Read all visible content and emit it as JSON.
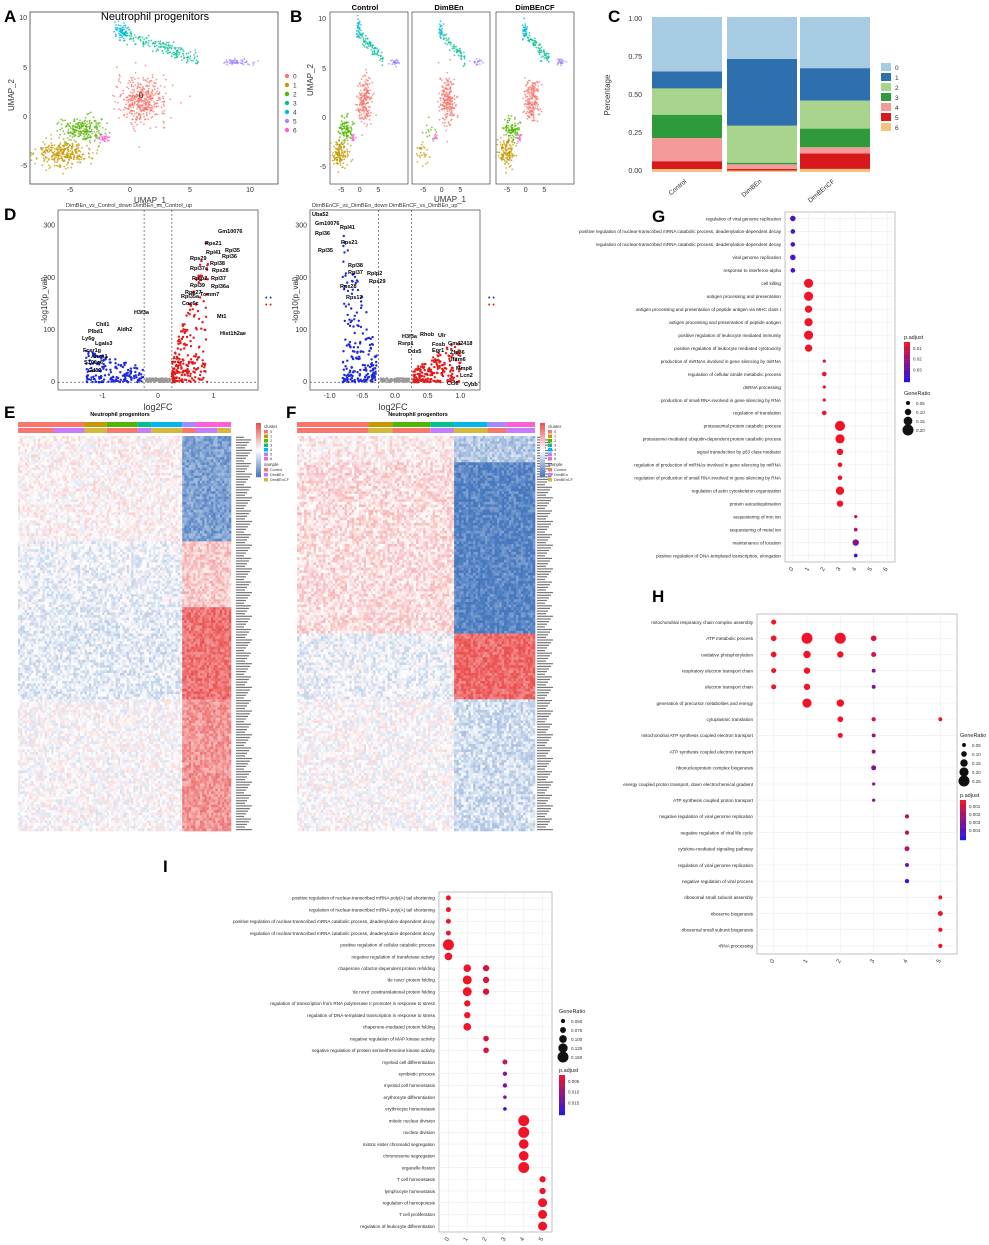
{
  "panel_labels": [
    "A",
    "B",
    "C",
    "D",
    "E",
    "F",
    "G",
    "H",
    "I"
  ],
  "colors": {
    "clusters": [
      "#f8766d",
      "#c49a00",
      "#53b400",
      "#00c094",
      "#00b6eb",
      "#a58aff",
      "#fb61d7"
    ],
    "stack": [
      "#f4c27f",
      "#d7191c",
      "#f59a9a",
      "#2e9a3c",
      "#a9d48e",
      "#2e6fae",
      "#a6cbe3"
    ],
    "volcano_up": "#e31a1c",
    "volcano_down": "#1f2ad8"
  },
  "panelA": {
    "title": "Neutrophil progenitors",
    "xlabel": "UMAP_1",
    "ylabel": "UMAP_2",
    "xticks": [
      "-5",
      "0",
      "5",
      "10"
    ],
    "yticks": [
      "10",
      "5",
      "0",
      "-5"
    ],
    "legend": [
      "0",
      "1",
      "2",
      "3",
      "4",
      "5",
      "6"
    ]
  },
  "panelB": {
    "facets": [
      "Control",
      "DimBEn",
      "DimBEnCF"
    ],
    "xlabel": "UMAP_1",
    "ylabel": "UMAP_2",
    "xticks": [
      "-5",
      "0",
      "5"
    ],
    "yticks": [
      "10",
      "5",
      "0",
      "-5"
    ]
  },
  "panelD": {
    "titles": [
      "DimBEn_vs_Control_down DimBEn_vs_Control_up",
      "DimBEnCF_vs_DimBEn_down DimBEnCF_vs_DimBEn_up"
    ],
    "xlabel": "log2FC",
    "ylabel": "-log10(p_val)",
    "xticks1": [
      "-1",
      "0",
      "1"
    ],
    "xticks2": [
      "-1.0",
      "-0.5",
      "0.0",
      "0.5",
      "1.0"
    ],
    "yticks": [
      "300",
      "200",
      "100",
      "0"
    ],
    "left_genes_up": [
      "Gm10076",
      "Rps21",
      "Rpl35",
      "Rpl41",
      "Rpl36",
      "Rps29",
      "Rpl38",
      "Rpl37a",
      "Rps28",
      "Rplp2",
      "Rpl37",
      "Rpl39",
      "Rpl36a",
      "Rps27",
      "Tomm7",
      "Rpl35a",
      "Cox6c",
      "Mt1",
      "Hist1h2ae"
    ],
    "left_genes_down": [
      "H3f3a",
      "Chil1",
      "Aldh2",
      "Plbd1",
      "Ly6g",
      "Lgals3",
      "Fcer1g",
      "Anxa1",
      "S100a6",
      "Cd52"
    ],
    "right_genes_down": [
      "Uba52",
      "Gm10076",
      "Rpl41",
      "Rpl36",
      "Rps21",
      "Rpl35",
      "Rpl38",
      "Rplp2",
      "Rpl37",
      "Rps29",
      "Rps28",
      "Rps17"
    ],
    "right_genes_up": [
      "H3f3a",
      "Rhob",
      "Ulr",
      "Rsrp1",
      "Fosb",
      "Gm42418",
      "Ddx5",
      "Egr1",
      "Zfp36",
      "Ifitm6",
      "Mmp8",
      "Lcn2",
      "Ccl6",
      "Cybb"
    ]
  },
  "panelE": {
    "title": "Neutrophil progenitors",
    "legend_cluster": [
      "0",
      "1",
      "2",
      "3",
      "4",
      "5",
      "6"
    ],
    "legend_sample": [
      "Control",
      "DimBEn",
      "DimBEnCF"
    ],
    "cluster_label": "cluster",
    "sample_label": "sample"
  },
  "panelF": {
    "title": "Neutrophil progenitors",
    "legend_cluster": [
      "0",
      "1",
      "2",
      "3",
      "4",
      "5",
      "6"
    ],
    "legend_sample": [
      "Control",
      "DimBEn",
      "DimBEnCF"
    ],
    "cluster_label": "cluster",
    "sample_label": "sample"
  },
  "legend_titles": {
    "padj": "p.adjust",
    "generatio": "GeneRatio"
  },
  "chart_data": [
    {
      "type": "bar",
      "panel": "C",
      "title": "",
      "ylabel": "Percentage",
      "categories": [
        "Control",
        "DimBEn",
        "DimBEnCF"
      ],
      "ylim": [
        0,
        1
      ],
      "yticks": [
        "1.00",
        "0.75",
        "0.50",
        "0.25",
        "0.00"
      ],
      "legend": [
        "0",
        "1",
        "2",
        "3",
        "4",
        "5",
        "6"
      ],
      "series": [
        {
          "name": "6",
          "values": [
            0.02,
            0.01,
            0.02
          ]
        },
        {
          "name": "5",
          "values": [
            0.05,
            0.01,
            0.1
          ]
        },
        {
          "name": "4",
          "values": [
            0.15,
            0.03,
            0.04
          ]
        },
        {
          "name": "3",
          "values": [
            0.15,
            0.01,
            0.12
          ]
        },
        {
          "name": "2",
          "values": [
            0.17,
            0.24,
            0.18
          ]
        },
        {
          "name": "1",
          "values": [
            0.11,
            0.43,
            0.21
          ]
        },
        {
          "name": "0",
          "values": [
            0.35,
            0.27,
            0.33
          ]
        }
      ]
    },
    {
      "type": "scatter",
      "panel": "G",
      "x_categories": [
        "0",
        "1",
        "2",
        "3",
        "4",
        "5",
        "6"
      ],
      "padj_ticks": [
        "0.01",
        "0.02",
        "0.03"
      ],
      "generatio_ticks": [
        "0.05",
        "0.10",
        "0.15",
        "0.20"
      ],
      "terms": [
        {
          "term": "regulation of viral genome replication",
          "x": 0,
          "size": 0.08,
          "padj": 0.03
        },
        {
          "term": "positive regulation of nuclear-transcribed mRNA catabolic process, deadenylation-dependent decay",
          "x": 0,
          "size": 0.06,
          "padj": 0.03
        },
        {
          "term": "regulation of nuclear-transcribed mRNA catabolic process, deadenylation-dependent decay",
          "x": 0,
          "size": 0.06,
          "padj": 0.03
        },
        {
          "term": "viral genome replication",
          "x": 0,
          "size": 0.08,
          "padj": 0.03
        },
        {
          "term": "response to interferon-alpha",
          "x": 0,
          "size": 0.06,
          "padj": 0.03
        },
        {
          "term": "cell killing",
          "x": 1,
          "size": 0.16,
          "padj": 0.002
        },
        {
          "term": "antigen processing and presentation",
          "x": 1,
          "size": 0.16,
          "padj": 0.002
        },
        {
          "term": "antigen processing and presentation of peptide antigen via MHC class I",
          "x": 1,
          "size": 0.12,
          "padj": 0.002
        },
        {
          "term": "antigen processing and presentation of peptide antigen",
          "x": 1,
          "size": 0.14,
          "padj": 0.002
        },
        {
          "term": "positive regulation of leukocyte mediated immunity",
          "x": 1,
          "size": 0.16,
          "padj": 0.002
        },
        {
          "term": "positive regulation of leukocyte mediated cytotoxicity",
          "x": 1,
          "size": 0.12,
          "padj": 0.002
        },
        {
          "term": "production of miRNAs involved in gene silencing by miRNA",
          "x": 2,
          "size": 0.03,
          "padj": 0.004
        },
        {
          "term": "regulation of cellular amide metabolic process",
          "x": 2,
          "size": 0.06,
          "padj": 0.002
        },
        {
          "term": "dsRNA processing",
          "x": 2,
          "size": 0.03,
          "padj": 0.004
        },
        {
          "term": "production of small RNA involved in gene silencing by RNA",
          "x": 2,
          "size": 0.03,
          "padj": 0.004
        },
        {
          "term": "regulation of translation",
          "x": 2,
          "size": 0.06,
          "padj": 0.002
        },
        {
          "term": "proteasomal protein catabolic process",
          "x": 3,
          "size": 0.18,
          "padj": 0.002
        },
        {
          "term": "proteasome-mediated ubiquitin-dependent protein catabolic process",
          "x": 3,
          "size": 0.16,
          "padj": 0.002
        },
        {
          "term": "signal transduction by p53 class mediator",
          "x": 3,
          "size": 0.1,
          "padj": 0.002
        },
        {
          "term": "regulation of production of miRNAs involved in gene silencing by miRNA",
          "x": 3,
          "size": 0.06,
          "padj": 0.002
        },
        {
          "term": "regulation of production of small RNA involved in gene silencing by RNA",
          "x": 3,
          "size": 0.06,
          "padj": 0.002
        },
        {
          "term": "regulation of actin cytoskeleton organization",
          "x": 3,
          "size": 0.14,
          "padj": 0.002
        },
        {
          "term": "protein autoubiquitination",
          "x": 3,
          "size": 0.1,
          "padj": 0.002
        },
        {
          "term": "sequestering of iron ion",
          "x": 4,
          "size": 0.03,
          "padj": 0.01
        },
        {
          "term": "sequestering of metal ion",
          "x": 4,
          "size": 0.04,
          "padj": 0.012
        },
        {
          "term": "maintenance of location",
          "x": 4,
          "size": 0.1,
          "padj": 0.02
        },
        {
          "term": "positive regulation of DNA-templated transcription, elongation",
          "x": 4,
          "size": 0.04,
          "padj": 0.035
        }
      ]
    },
    {
      "type": "scatter",
      "panel": "H",
      "x_categories": [
        "0",
        "1",
        "2",
        "3",
        "4",
        "5"
      ],
      "generatio_ticks": [
        "0.05",
        "0.10",
        "0.15",
        "0.20",
        "0.25"
      ],
      "padj_ticks": [
        "0.001",
        "0.002",
        "0.003",
        "0.004"
      ],
      "terms": [
        {
          "term": "mitochondrial respiratory chain complex assembly",
          "x": 0,
          "size": 0.08,
          "padj": 0.0005
        },
        {
          "term": "ATP metabolic process",
          "x": 0,
          "size": 0.1,
          "padj": 0.0005
        },
        {
          "term": "oxidative phosphorylation",
          "x": 0,
          "size": 0.1,
          "padj": 0.0005
        },
        {
          "term": "respiratory electron transport chain",
          "x": 0,
          "size": 0.08,
          "padj": 0.0005
        },
        {
          "term": "electron transport chain",
          "x": 0,
          "size": 0.08,
          "padj": 0.0005
        },
        {
          "term": "ATP metabolic process",
          "x": 1,
          "size": 0.25,
          "padj": 0.0005
        },
        {
          "term": "oxidative phosphorylation",
          "x": 1,
          "size": 0.15,
          "padj": 0.0005
        },
        {
          "term": "respiratory electron transport chain",
          "x": 1,
          "size": 0.12,
          "padj": 0.0005
        },
        {
          "term": "electron transport chain",
          "x": 1,
          "size": 0.12,
          "padj": 0.0005
        },
        {
          "term": "generation of precursor metabolites and energy",
          "x": 1,
          "size": 0.2,
          "padj": 0.0005
        },
        {
          "term": "ATP metabolic process",
          "x": 2,
          "size": 0.25,
          "padj": 0.0005
        },
        {
          "term": "oxidative phosphorylation",
          "x": 2,
          "size": 0.12,
          "padj": 0.0005
        },
        {
          "term": "generation of precursor metabolites and energy",
          "x": 2,
          "size": 0.15,
          "padj": 0.0005
        },
        {
          "term": "cytoplasmic translation",
          "x": 2,
          "size": 0.1,
          "padj": 0.0005
        },
        {
          "term": "mitochondrial ATP synthesis coupled electron transport",
          "x": 2,
          "size": 0.08,
          "padj": 0.0005
        },
        {
          "term": "ATP metabolic process",
          "x": 3,
          "size": 0.1,
          "padj": 0.001
        },
        {
          "term": "oxidative phosphorylation",
          "x": 3,
          "size": 0.08,
          "padj": 0.001
        },
        {
          "term": "respiratory electron transport chain",
          "x": 3,
          "size": 0.05,
          "padj": 0.0025
        },
        {
          "term": "electron transport chain",
          "x": 3,
          "size": 0.05,
          "padj": 0.0025
        },
        {
          "term": "cytoplasmic translation",
          "x": 3,
          "size": 0.06,
          "padj": 0.001
        },
        {
          "term": "mitochondrial ATP synthesis coupled electron transport",
          "x": 3,
          "size": 0.05,
          "padj": 0.002
        },
        {
          "term": "ATP synthesis coupled electron transport",
          "x": 3,
          "size": 0.05,
          "padj": 0.002
        },
        {
          "term": "ribonucleoprotein complex biogenesis",
          "x": 3,
          "size": 0.08,
          "padj": 0.0025
        },
        {
          "term": "energy coupled proton transport, down electrochemical gradient",
          "x": 3,
          "size": 0.03,
          "padj": 0.0025
        },
        {
          "term": "ATP synthesis coupled proton transport",
          "x": 3,
          "size": 0.03,
          "padj": 0.0025
        },
        {
          "term": "negative regulation of viral genome replication",
          "x": 4,
          "size": 0.06,
          "padj": 0.0015
        },
        {
          "term": "negative regulation of viral life cycle",
          "x": 4,
          "size": 0.06,
          "padj": 0.0015
        },
        {
          "term": "cytokine-mediated signaling pathway",
          "x": 4,
          "size": 0.08,
          "padj": 0.0015
        },
        {
          "term": "regulation of viral genome replication",
          "x": 4,
          "size": 0.05,
          "padj": 0.003
        },
        {
          "term": "negative regulation of viral process",
          "x": 4,
          "size": 0.06,
          "padj": 0.004
        },
        {
          "term": "cytoplasmic translation",
          "x": 5,
          "size": 0.05,
          "padj": 0.0005
        },
        {
          "term": "ribosomal small subunit assembly",
          "x": 5,
          "size": 0.05,
          "padj": 0.0005
        },
        {
          "term": "ribosome biogenesis",
          "x": 5,
          "size": 0.08,
          "padj": 0.0005
        },
        {
          "term": "ribosomal small subunit biogenesis",
          "x": 5,
          "size": 0.06,
          "padj": 0.0005
        },
        {
          "term": "rRNA processing",
          "x": 5,
          "size": 0.06,
          "padj": 0.0005
        }
      ]
    },
    {
      "type": "scatter",
      "panel": "I",
      "x_categories": [
        "0",
        "1",
        "2",
        "3",
        "4",
        "5"
      ],
      "generatio_ticks": [
        "0.050",
        "0.075",
        "0.100",
        "0.125",
        "0.150"
      ],
      "padj_ticks": [
        "0.005",
        "0.010",
        "0.015"
      ],
      "terms": [
        {
          "term": "positive regulation of nuclear-transcribed mRNA poly(A) tail shortening",
          "x": 0,
          "size": 0.06,
          "padj": 0.001
        },
        {
          "term": "regulation of nuclear-transcribed mRNA poly(A) tail shortening",
          "x": 0,
          "size": 0.06,
          "padj": 0.001
        },
        {
          "term": "positive regulation of nuclear-transcribed mRNA catabolic process, deadenylation-dependent decay",
          "x": 0,
          "size": 0.06,
          "padj": 0.001
        },
        {
          "term": "regulation of nuclear-transcribed mRNA catabolic process, deadenylation-dependent decay",
          "x": 0,
          "size": 0.06,
          "padj": 0.001
        },
        {
          "term": "positive regulation of cellular catabolic process",
          "x": 0,
          "size": 0.15,
          "padj": 0.001
        },
        {
          "term": "negative regulation of transferase activity",
          "x": 0,
          "size": 0.1,
          "padj": 0.001
        },
        {
          "term": "chaperone cofactor-dependent protein refolding",
          "x": 1,
          "size": 0.1,
          "padj": 0.001
        },
        {
          "term": "'de novo' protein folding",
          "x": 1,
          "size": 0.12,
          "padj": 0.001
        },
        {
          "term": "'de novo' posttranslational protein folding",
          "x": 1,
          "size": 0.12,
          "padj": 0.001
        },
        {
          "term": "regulation of transcription from RNA polymerase II promoter in response to stress",
          "x": 1,
          "size": 0.08,
          "padj": 0.001
        },
        {
          "term": "regulation of DNA-templated transcription in response to stress",
          "x": 1,
          "size": 0.08,
          "padj": 0.001
        },
        {
          "term": "chaperone-mediated protein folding",
          "x": 1,
          "size": 0.1,
          "padj": 0.001
        },
        {
          "term": "chaperone cofactor-dependent protein refolding",
          "x": 2,
          "size": 0.08,
          "padj": 0.003
        },
        {
          "term": "'de novo' protein folding",
          "x": 2,
          "size": 0.08,
          "padj": 0.003
        },
        {
          "term": "'de novo' posttranslational protein folding",
          "x": 2,
          "size": 0.08,
          "padj": 0.003
        },
        {
          "term": "negative regulation of MAP kinase activity",
          "x": 2,
          "size": 0.07,
          "padj": 0.003
        },
        {
          "term": "negative regulation of protein serine/threonine kinase activity",
          "x": 2,
          "size": 0.07,
          "padj": 0.003
        },
        {
          "term": "myeloid cell differentiation",
          "x": 3,
          "size": 0.06,
          "padj": 0.004
        },
        {
          "term": "symbiotic process",
          "x": 3,
          "size": 0.05,
          "padj": 0.01
        },
        {
          "term": "myeloid cell homeostasis",
          "x": 3,
          "size": 0.05,
          "padj": 0.01
        },
        {
          "term": "erythrocyte differentiation",
          "x": 3,
          "size": 0.04,
          "padj": 0.01
        },
        {
          "term": "erythrocyte homeostasis",
          "x": 3,
          "size": 0.04,
          "padj": 0.017
        },
        {
          "term": "mitotic nuclear division",
          "x": 4,
          "size": 0.15,
          "padj": 0.001
        },
        {
          "term": "nuclear division",
          "x": 4,
          "size": 0.15,
          "padj": 0.001
        },
        {
          "term": "mitotic sister chromatid segregation",
          "x": 4,
          "size": 0.13,
          "padj": 0.001
        },
        {
          "term": "chromosome segregation",
          "x": 4,
          "size": 0.13,
          "padj": 0.001
        },
        {
          "term": "organelle fission",
          "x": 4,
          "size": 0.15,
          "padj": 0.001
        },
        {
          "term": "T cell homeostasis",
          "x": 5,
          "size": 0.08,
          "padj": 0.001
        },
        {
          "term": "lymphocyte homeostasis",
          "x": 5,
          "size": 0.08,
          "padj": 0.001
        },
        {
          "term": "regulation of hemopoiesis",
          "x": 5,
          "size": 0.12,
          "padj": 0.001
        },
        {
          "term": "T cell proliferation",
          "x": 5,
          "size": 0.12,
          "padj": 0.001
        },
        {
          "term": "regulation of leukocyte differentiation",
          "x": 5,
          "size": 0.12,
          "padj": 0.001
        }
      ]
    }
  ]
}
